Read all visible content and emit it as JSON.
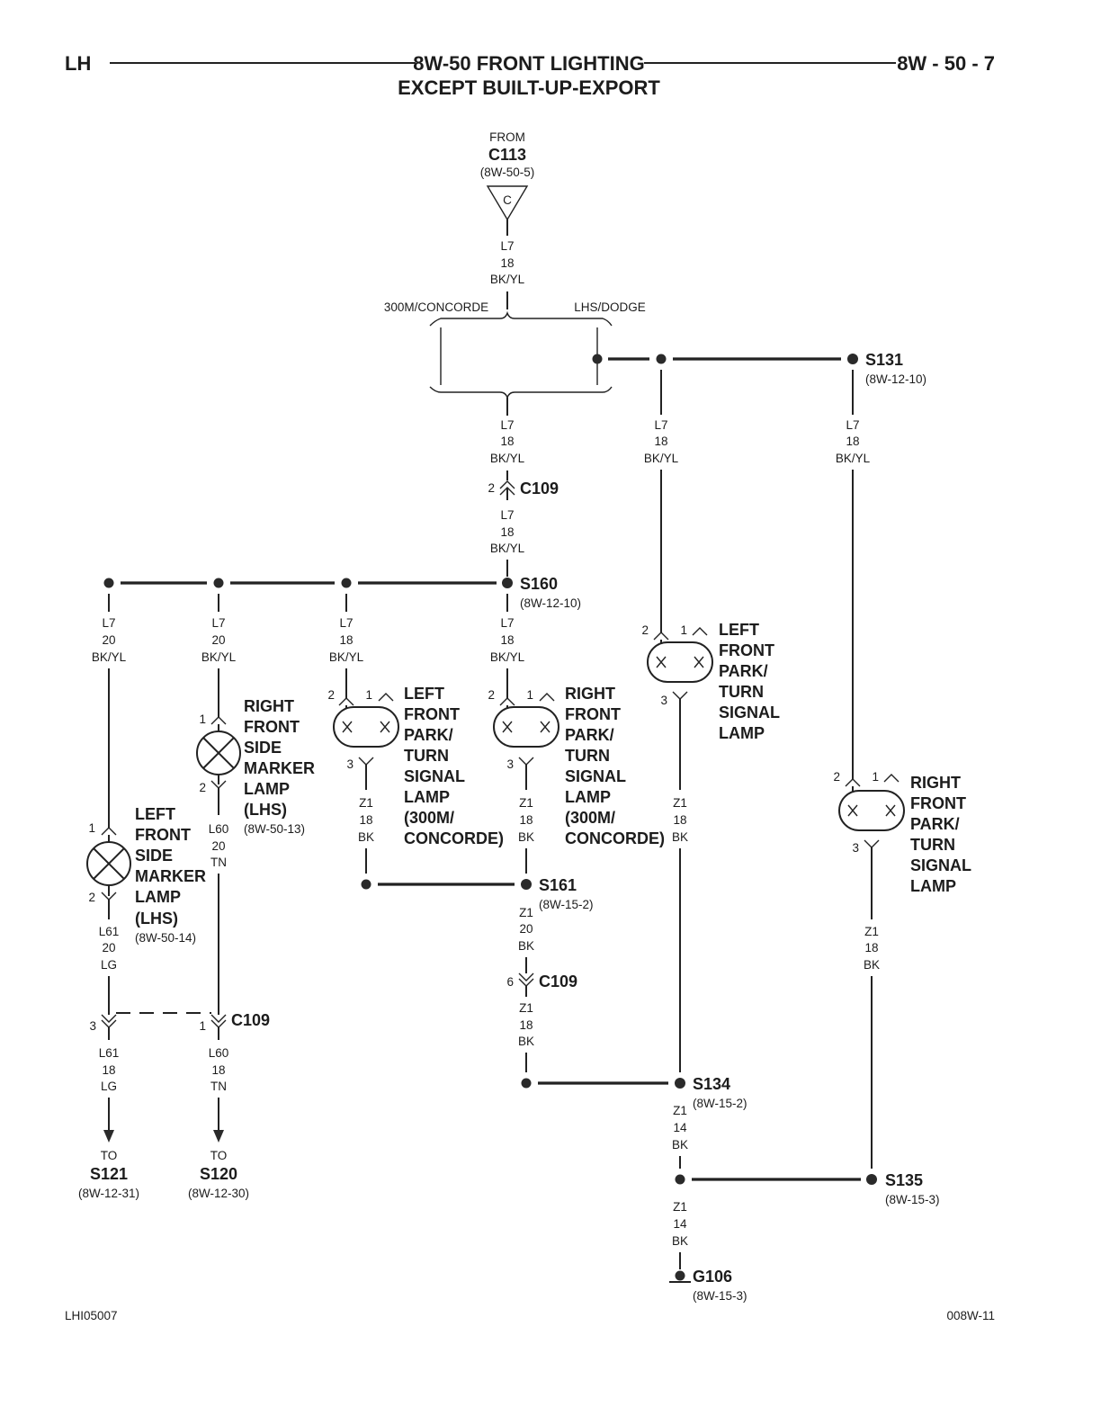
{
  "header": {
    "left": "LH",
    "title_line1": "8W-50 FRONT LIGHTING",
    "title_line2": "EXCEPT BUILT-UP-EXPORT",
    "right": "8W - 50 - 7"
  },
  "footer": {
    "left": "LHI05007",
    "right": "008W-11"
  },
  "source": {
    "from": "FROM",
    "name": "C113",
    "ref": "(8W-50-5)",
    "pin": "C"
  },
  "options": {
    "left": "300M/CONCORDE",
    "right": "LHS/DODGE"
  },
  "wires": {
    "top": [
      "L7",
      "18",
      "BK/YL"
    ],
    "mid_a": [
      "L7",
      "18",
      "BK/YL"
    ],
    "mid_b": [
      "L7",
      "18",
      "BK/YL"
    ],
    "lhs_a": [
      "L7",
      "18",
      "BK/YL"
    ],
    "lhs_b": [
      "L7",
      "18",
      "BK/YL"
    ],
    "br1": [
      "L7",
      "20",
      "BK/YL"
    ],
    "br2": [
      "L7",
      "20",
      "BK/YL"
    ],
    "br3": [
      "L7",
      "18",
      "BK/YL"
    ],
    "br4": [
      "L7",
      "18",
      "BK/YL"
    ],
    "rsm_out": [
      "L60",
      "20",
      "TN"
    ],
    "lsm_out": [
      "L61",
      "20",
      "LG"
    ],
    "l61_b": [
      "L61",
      "18",
      "LG"
    ],
    "l60_b": [
      "L60",
      "18",
      "TN"
    ],
    "z1_a": [
      "Z1",
      "18",
      "BK"
    ],
    "z1_b": [
      "Z1",
      "18",
      "BK"
    ],
    "z1_c": [
      "Z1",
      "20",
      "BK"
    ],
    "z1_d": [
      "Z1",
      "18",
      "BK"
    ],
    "z1_e": [
      "Z1",
      "18",
      "BK"
    ],
    "z1_f": [
      "Z1",
      "18",
      "BK"
    ],
    "z1_g": [
      "Z1",
      "14",
      "BK"
    ],
    "z1_h": [
      "Z1",
      "14",
      "BK"
    ]
  },
  "splices": {
    "s131": {
      "name": "S131",
      "ref": "(8W-12-10)"
    },
    "s160": {
      "name": "S160",
      "ref": "(8W-12-10)"
    },
    "s161": {
      "name": "S161",
      "ref": "(8W-15-2)"
    },
    "s134": {
      "name": "S134",
      "ref": "(8W-15-2)"
    },
    "s135": {
      "name": "S135",
      "ref": "(8W-15-3)"
    },
    "g106": {
      "name": "G106",
      "ref": "(8W-15-3)"
    }
  },
  "connectors": {
    "c109_top": {
      "name": "C109",
      "pin": "2"
    },
    "c109_mid": {
      "name": "C109",
      "pin": "6"
    },
    "c109_bottom": {
      "name": "C109",
      "pin_left": "3",
      "pin_right": "1"
    }
  },
  "destinations": {
    "s121": {
      "to": "TO",
      "name": "S121",
      "ref": "(8W-12-31)"
    },
    "s120": {
      "to": "TO",
      "name": "S120",
      "ref": "(8W-12-30)"
    }
  },
  "lamps": {
    "left_side_marker": {
      "lines": [
        "LEFT",
        "FRONT",
        "SIDE",
        "MARKER",
        "LAMP",
        "(LHS)"
      ],
      "ref": "(8W-50-14)",
      "pins": [
        "1",
        "2"
      ]
    },
    "right_side_marker": {
      "lines": [
        "RIGHT",
        "FRONT",
        "SIDE",
        "MARKER",
        "LAMP",
        "(LHS)"
      ],
      "ref": "(8W-50-13)",
      "pins": [
        "1",
        "2"
      ]
    },
    "left_park_300m": {
      "lines": [
        "LEFT",
        "FRONT",
        "PARK/",
        "TURN",
        "SIGNAL",
        "LAMP",
        "(300M/",
        "CONCORDE)"
      ],
      "pins": [
        "2",
        "1",
        "3"
      ]
    },
    "right_park_300m": {
      "lines": [
        "RIGHT",
        "FRONT",
        "PARK/",
        "TURN",
        "SIGNAL",
        "LAMP",
        "(300M/",
        "CONCORDE)"
      ],
      "pins": [
        "2",
        "1",
        "3"
      ]
    },
    "left_park_lhs": {
      "lines": [
        "LEFT",
        "FRONT",
        "PARK/",
        "TURN",
        "SIGNAL",
        "LAMP"
      ],
      "pins": [
        "2",
        "1",
        "3"
      ]
    },
    "right_park_lhs": {
      "lines": [
        "RIGHT",
        "FRONT",
        "PARK/",
        "TURN",
        "SIGNAL",
        "LAMP"
      ],
      "pins": [
        "2",
        "1",
        "3"
      ]
    }
  }
}
